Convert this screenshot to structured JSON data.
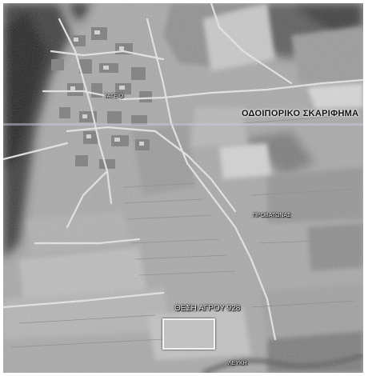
{
  "map": {
    "title": "ΟΔΟΙΠΟΡΙΚΟ ΣΚΑΡΙΦΗΜΑ",
    "labels": {
      "village_1": "ΤΑΤΕΙΟ",
      "village_2": "ΠΡΟΒΑΤΩΝΑΣ",
      "village_3": "ΛΕΥΚΗ",
      "parcel": "ΘΕΣΗ ΑΓΡΟΥ 928"
    }
  }
}
